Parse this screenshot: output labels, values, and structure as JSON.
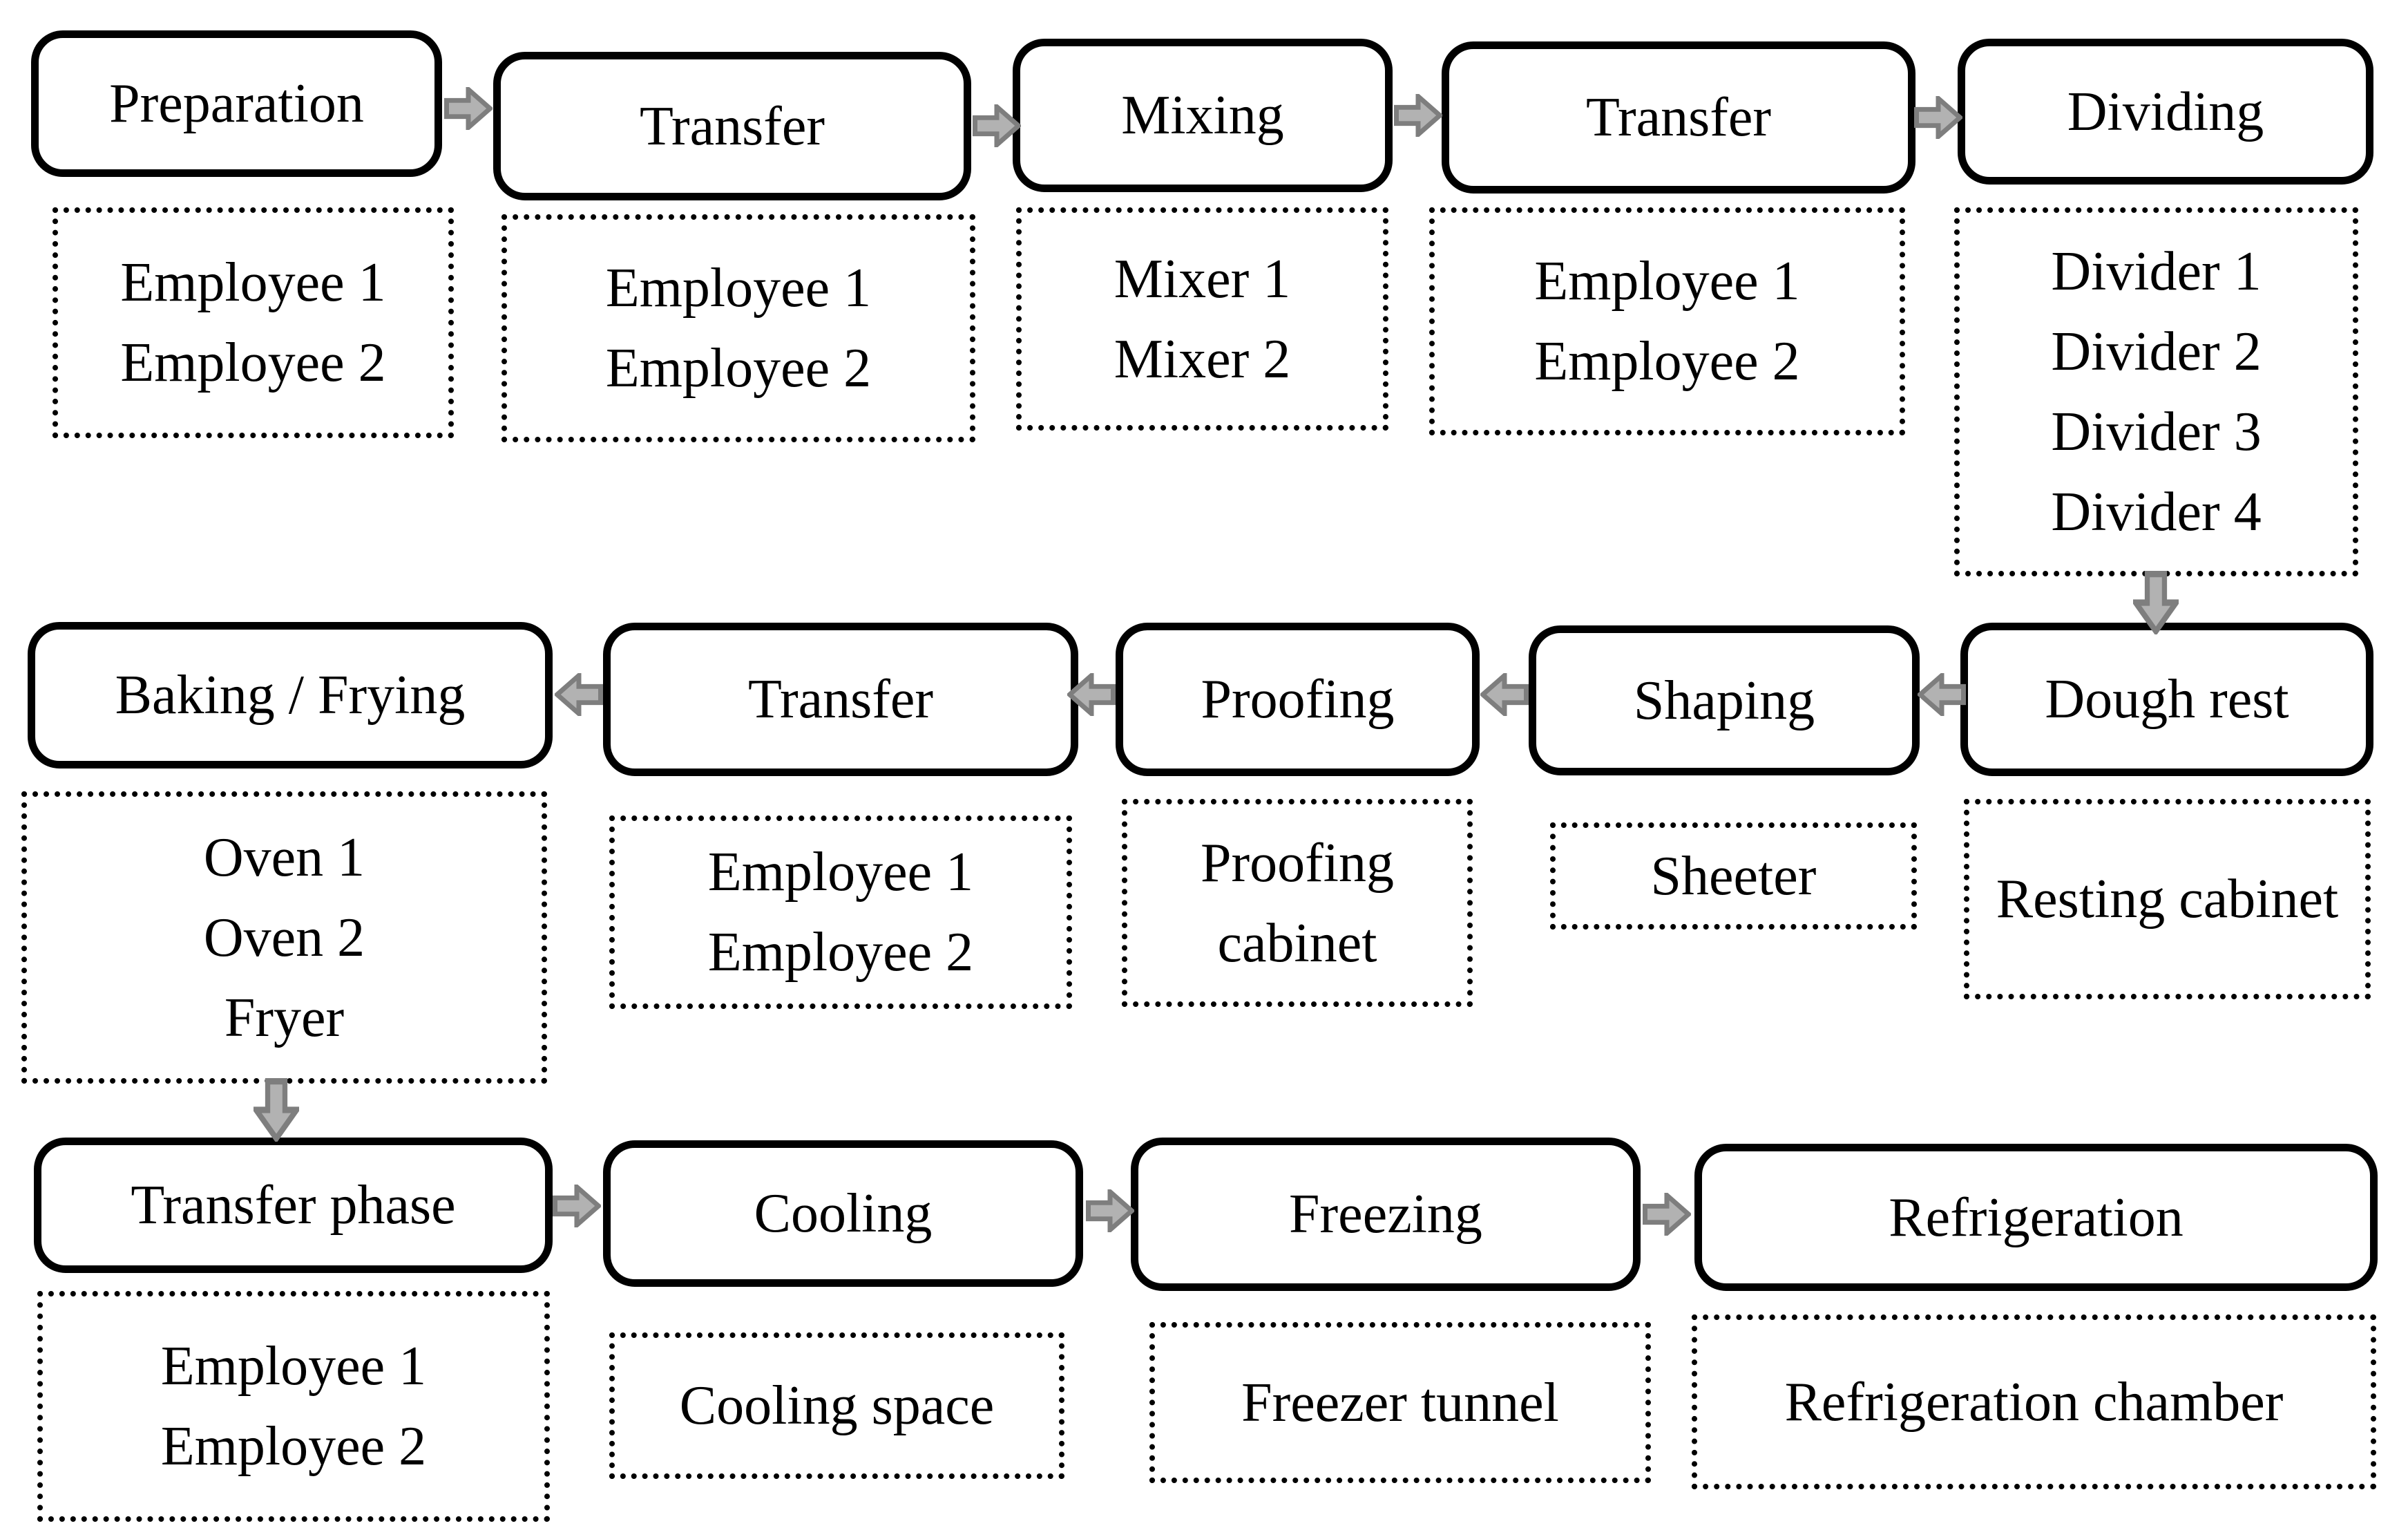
{
  "diagram": {
    "phases": [
      {
        "label": "Preparation",
        "resources": [
          "Employee 1",
          "Employee 2"
        ]
      },
      {
        "label": "Transfer",
        "resources": [
          "Employee 1",
          "Employee 2"
        ]
      },
      {
        "label": "Mixing",
        "resources": [
          "Mixer 1",
          "Mixer 2"
        ]
      },
      {
        "label": "Transfer",
        "resources": [
          "Employee 1",
          "Employee 2"
        ]
      },
      {
        "label": "Dividing",
        "resources": [
          "Divider 1",
          "Divider 2",
          "Divider 3",
          "Divider 4"
        ]
      },
      {
        "label": "Dough rest",
        "resources": [
          "Resting cabinet"
        ]
      },
      {
        "label": "Shaping",
        "resources": [
          "Sheeter"
        ]
      },
      {
        "label": "Proofing",
        "resources": [
          "Proofing cabinet"
        ]
      },
      {
        "label": "Transfer",
        "resources": [
          "Employee 1",
          "Employee 2"
        ]
      },
      {
        "label": "Baking / Frying",
        "resources": [
          "Oven 1",
          "Oven 2",
          "Fryer"
        ]
      },
      {
        "label": "Transfer phase",
        "resources": [
          "Employee 1",
          "Employee 2"
        ]
      },
      {
        "label": "Cooling",
        "resources": [
          "Cooling space"
        ]
      },
      {
        "label": "Freezing",
        "resources": [
          "Freezer tunnel"
        ]
      },
      {
        "label": "Refrigeration",
        "resources": [
          "Refrigeration chamber"
        ]
      }
    ],
    "connections": [
      {
        "from": "Preparation",
        "to": "Transfer",
        "direction": "right"
      },
      {
        "from": "Transfer",
        "to": "Mixing",
        "direction": "right"
      },
      {
        "from": "Mixing",
        "to": "Transfer",
        "direction": "right"
      },
      {
        "from": "Transfer",
        "to": "Dividing",
        "direction": "right"
      },
      {
        "from": "Dividing",
        "to": "Dough rest",
        "direction": "down"
      },
      {
        "from": "Dough rest",
        "to": "Shaping",
        "direction": "left"
      },
      {
        "from": "Shaping",
        "to": "Proofing",
        "direction": "left"
      },
      {
        "from": "Proofing",
        "to": "Transfer",
        "direction": "left"
      },
      {
        "from": "Transfer",
        "to": "Baking / Frying",
        "direction": "left"
      },
      {
        "from": "Baking / Frying",
        "to": "Transfer phase",
        "direction": "down"
      },
      {
        "from": "Transfer phase",
        "to": "Cooling",
        "direction": "right"
      },
      {
        "from": "Cooling",
        "to": "Freezing",
        "direction": "right"
      },
      {
        "from": "Freezing",
        "to": "Refrigeration",
        "direction": "right"
      }
    ],
    "colors": {
      "box_border": "#000000",
      "text": "#000000",
      "background": "#ffffff",
      "arrow_fill": "#b2b2b2",
      "arrow_outline": "#7e7e7e"
    }
  }
}
